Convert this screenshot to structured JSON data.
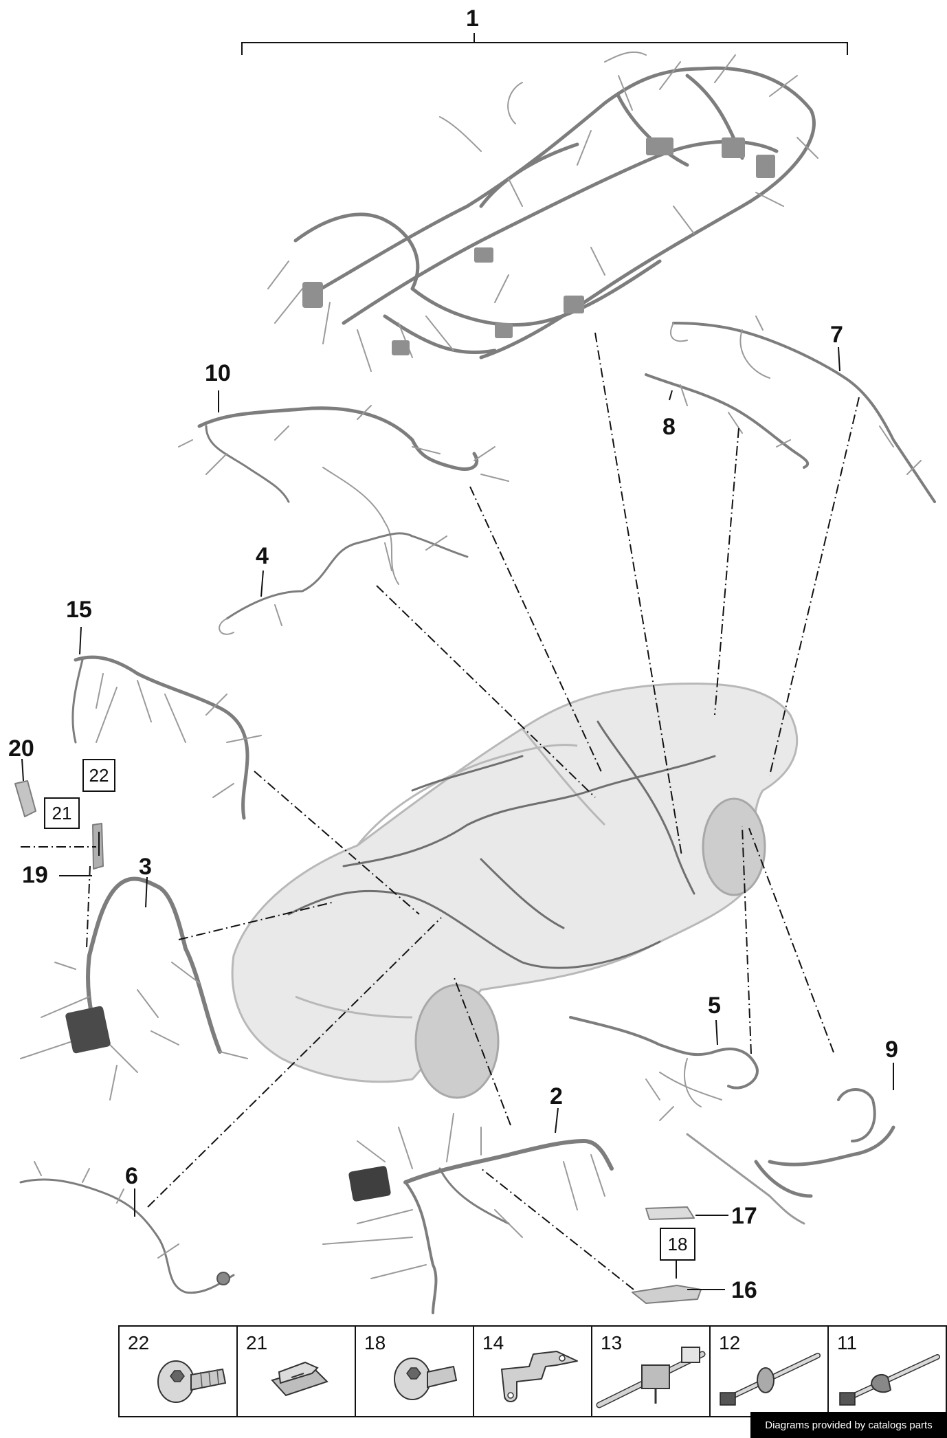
{
  "callouts": {
    "c1": "1",
    "c2": "2",
    "c3": "3",
    "c4": "4",
    "c5": "5",
    "c6": "6",
    "c7": "7",
    "c8": "8",
    "c9": "9",
    "c10": "10",
    "c15": "15",
    "c16": "16",
    "c17": "17",
    "c19": "19",
    "c20": "20"
  },
  "boxed_callouts": {
    "b22": "22",
    "b21": "21",
    "b18": "18"
  },
  "parts_table": [
    {
      "number": "22",
      "icon": "screw-icon"
    },
    {
      "number": "21",
      "icon": "clip-nut-icon"
    },
    {
      "number": "18",
      "icon": "screw-icon"
    },
    {
      "number": "14",
      "icon": "bracket-icon"
    },
    {
      "number": "13",
      "icon": "cable-tie-with-holder-icon"
    },
    {
      "number": "12",
      "icon": "cable-tie-icon"
    },
    {
      "number": "11",
      "icon": "cable-tie-icon"
    }
  ],
  "credit": "Diagrams provided by catalogs parts",
  "colors": {
    "line": "#111111",
    "harness": "#8a8a8a",
    "car": "#d9d9d9",
    "text": "#111111"
  }
}
